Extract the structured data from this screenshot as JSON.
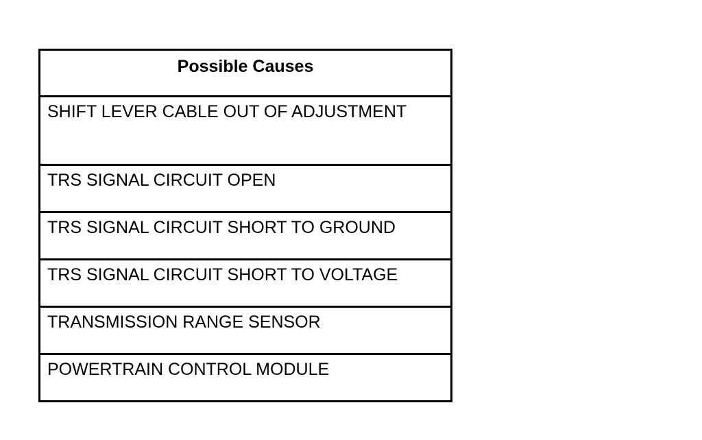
{
  "table": {
    "header": "Possible Causes",
    "rows": [
      "SHIFT LEVER CABLE OUT OF ADJUSTMENT",
      "TRS SIGNAL CIRCUIT OPEN",
      "TRS SIGNAL CIRCUIT SHORT TO GROUND",
      "TRS SIGNAL CIRCUIT SHORT TO VOLTAGE",
      "TRANSMISSION RANGE SENSOR",
      "POWERTRAIN CONTROL MODULE"
    ]
  }
}
